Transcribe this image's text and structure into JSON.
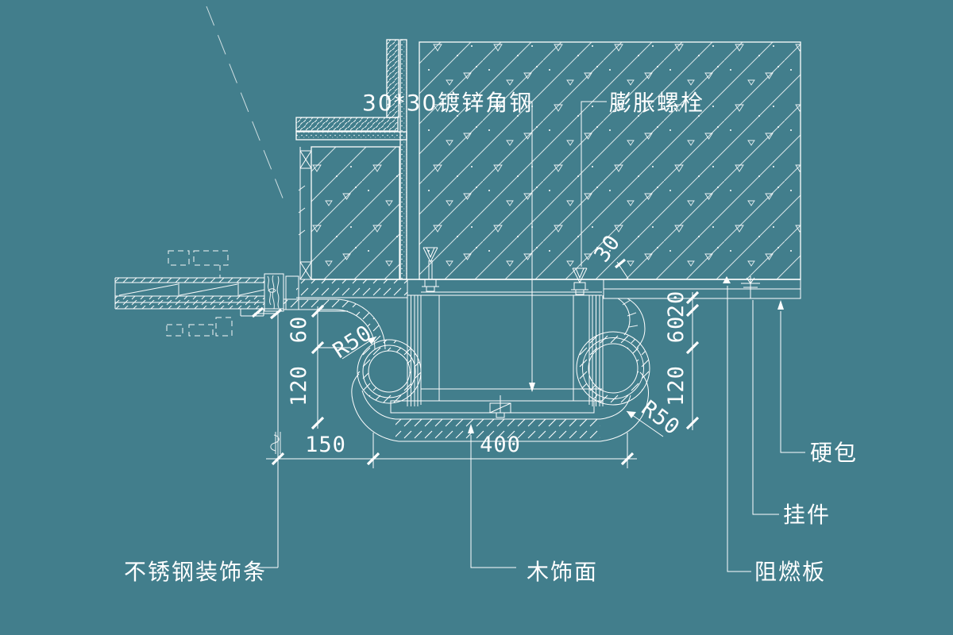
{
  "colors": {
    "background": "#427E8C",
    "line": "#FFFFFF"
  },
  "labels": {
    "angle_steel": "30*30镀锌角钢",
    "expansion_bolt": "膨胀螺栓",
    "hard_panel": "硬包",
    "hanger": "挂件",
    "flame_retardant_board": "阻燃板",
    "stainless_steel_trim": "不锈钢装饰条",
    "wood_veneer": "木饰面"
  },
  "dimensions": {
    "bottom": [
      "150",
      "400"
    ],
    "left_chain": [
      "60",
      "120"
    ],
    "right_chain": [
      "20",
      "60",
      "120"
    ],
    "thickness": "30",
    "radius_left": "R50",
    "radius_right": "R50"
  }
}
